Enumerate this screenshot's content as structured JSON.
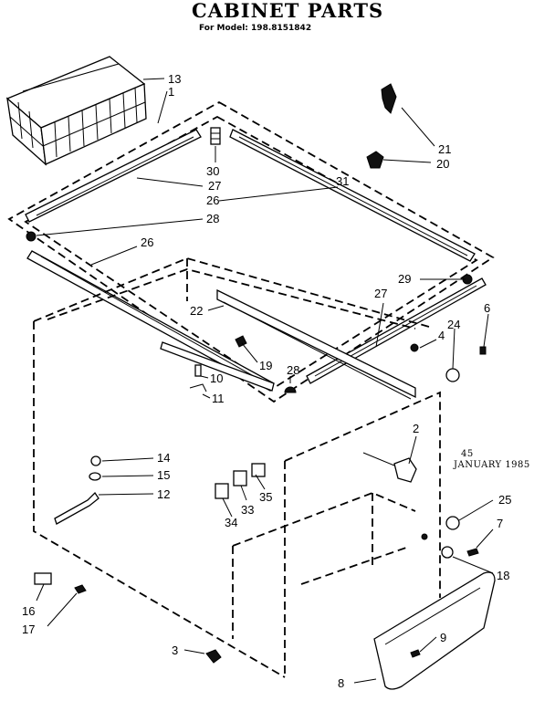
{
  "title": "CABINET PARTS",
  "subtitle": "For Model: 198.8151842",
  "revision_number": "45",
  "revision_date": "JANUARY 1985",
  "callouts": {
    "p1": "1",
    "p2": "2",
    "p3": "3",
    "p4": "4",
    "p6": "6",
    "p7": "7",
    "p8": "8",
    "p9": "9",
    "p10": "10",
    "p11": "11",
    "p12": "12",
    "p13": "13",
    "p14": "14",
    "p15": "15",
    "p16": "16",
    "p17": "17",
    "p18": "18",
    "p19": "19",
    "p20": "20",
    "p21": "21",
    "p22": "22",
    "p24": "24",
    "p25": "25",
    "p26a": "26",
    "p26b": "26",
    "p27a": "27",
    "p27b": "27",
    "p28a": "28",
    "p28b": "28",
    "p29": "29",
    "p30": "30",
    "p31": "31",
    "p33": "33",
    "p34": "34",
    "p35": "35"
  }
}
